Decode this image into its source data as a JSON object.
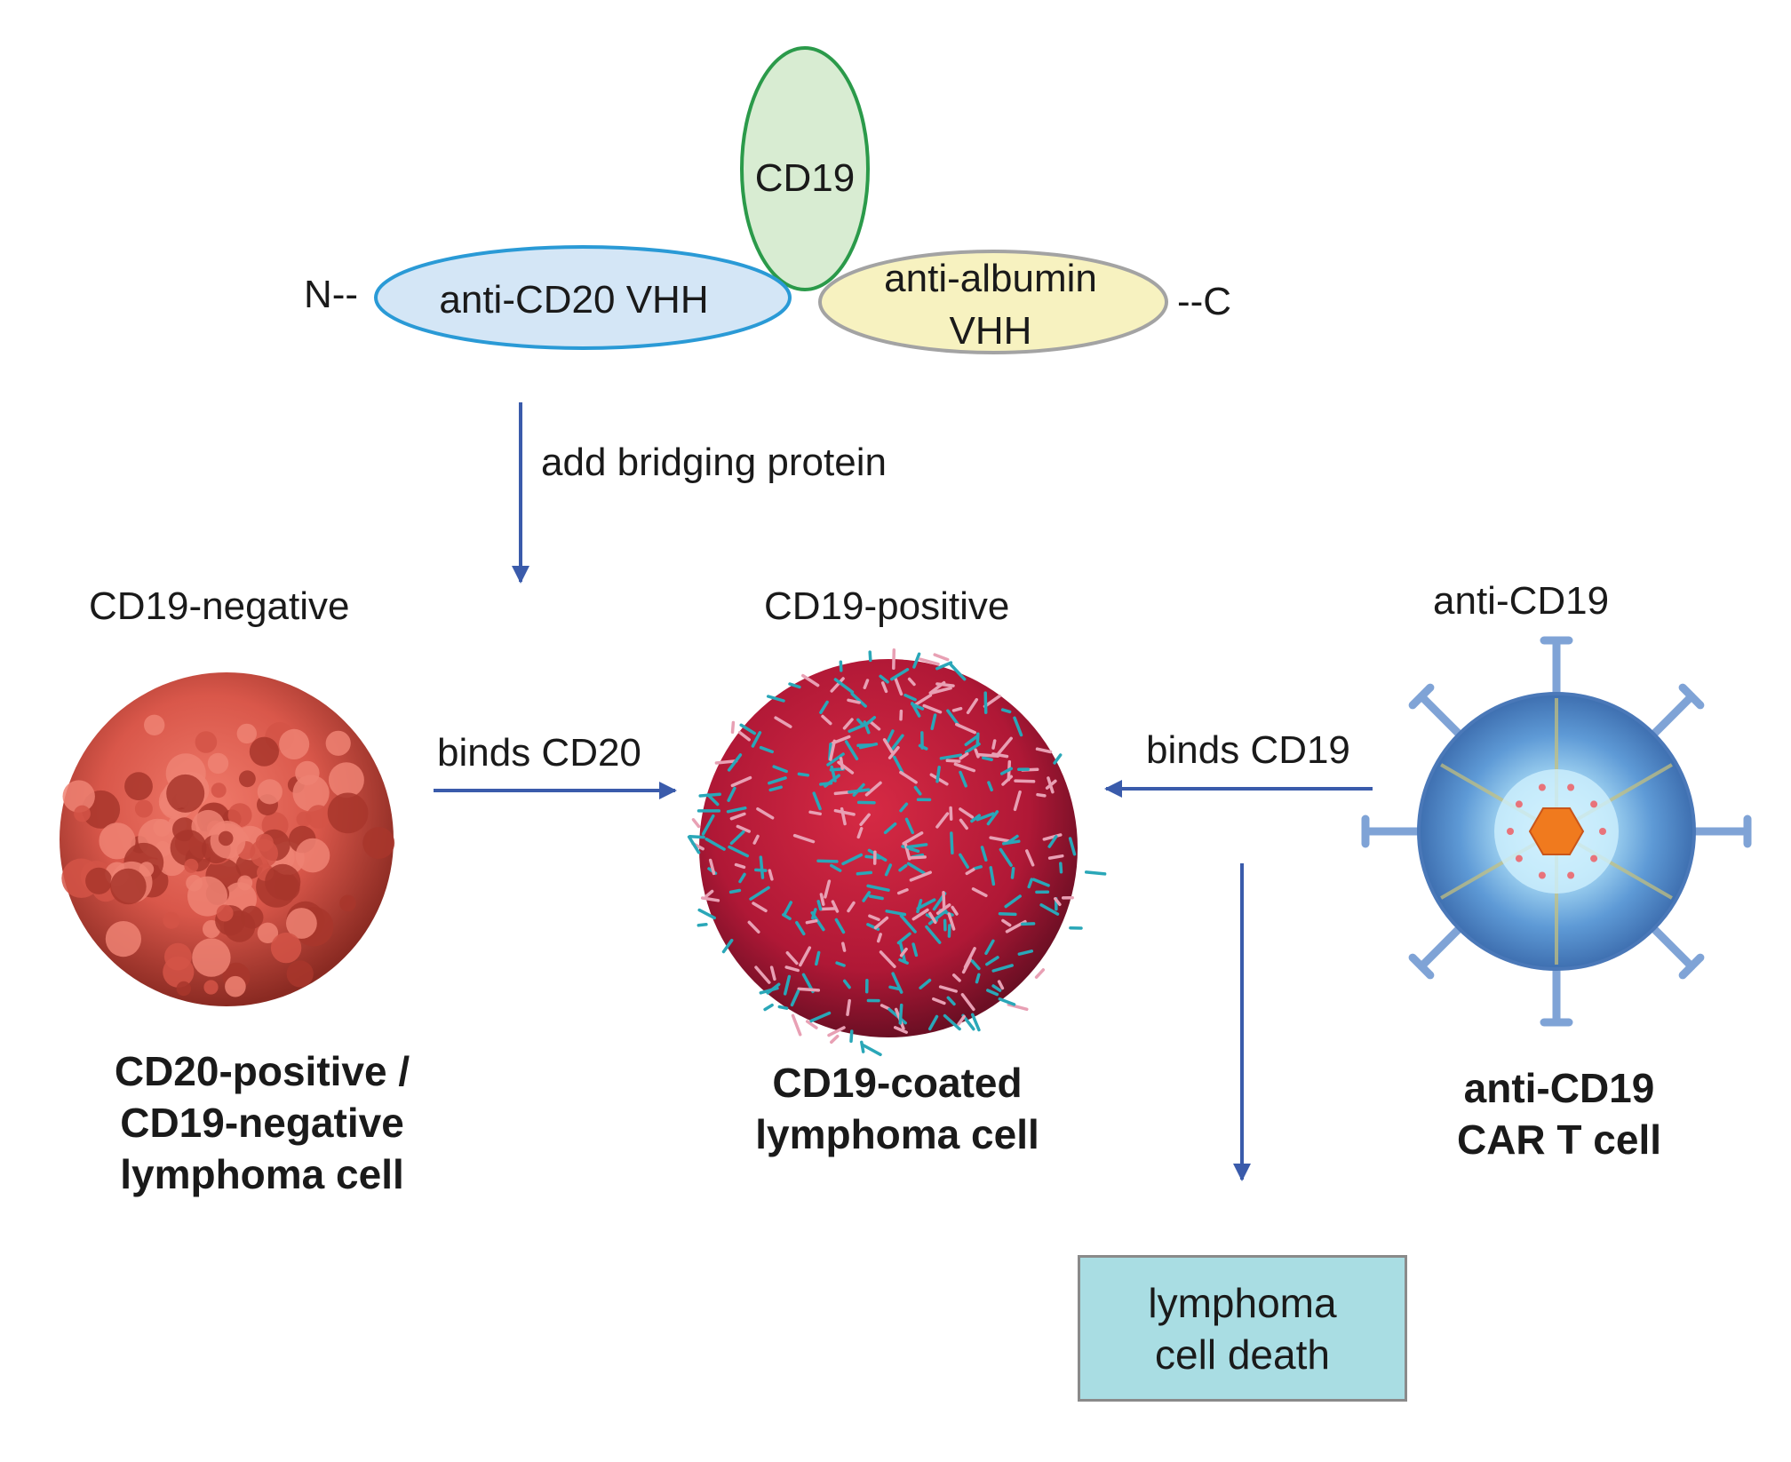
{
  "protein": {
    "n_terminus": "N--",
    "c_terminus": "--C",
    "cd19_domain": "CD19",
    "anti_cd20_domain": "anti-CD20 VHH",
    "anti_albumin_line1": "anti-albumin",
    "anti_albumin_line2": "VHH",
    "colors": {
      "cd19_fill": "#d8ecd2",
      "cd19_stroke": "#2b9a4a",
      "anti_cd20_fill": "#d4e6f6",
      "anti_cd20_stroke": "#2a9ad6",
      "anti_albumin_fill": "#f7f2c0",
      "anti_albumin_stroke": "#a3a3a3"
    }
  },
  "arrows": {
    "add_bridging": "add bridging protein",
    "binds_cd20": "binds CD20",
    "binds_cd19": "binds CD19",
    "color": "#3a5bab"
  },
  "cells": {
    "left_top": "CD19-negative",
    "left_bottom": [
      "CD20-positive /",
      "CD19-negative",
      "lymphoma cell"
    ],
    "middle_top": "CD19-positive",
    "middle_bottom": [
      "CD19-coated",
      "lymphoma cell"
    ],
    "right_top": "anti-CD19",
    "right_bottom": [
      "anti-CD19",
      "CAR T cell"
    ]
  },
  "outcome": {
    "line1": "lymphoma",
    "line2": "cell death",
    "box_color": "#a9dde3"
  }
}
